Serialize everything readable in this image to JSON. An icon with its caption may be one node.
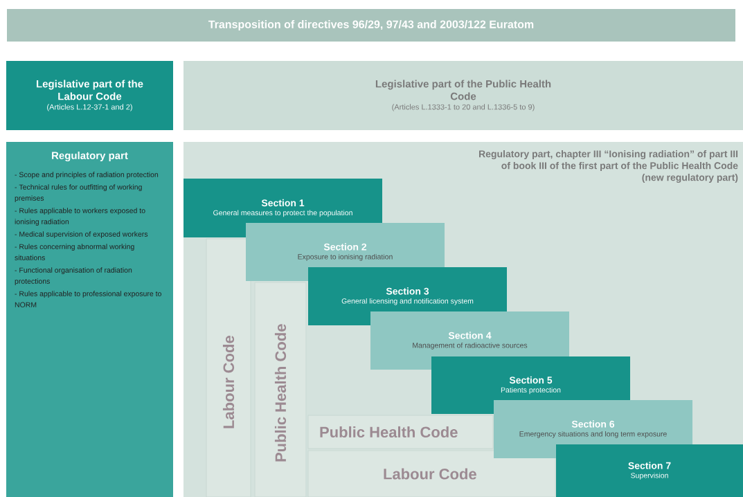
{
  "diagram": {
    "nodes": [
      {
        "text": [
          "Transposition of directives 96/29, 97/43 and 2003/122 Euratom"
        ]
      },
      {
        "text": [
          "Legislative part of the Labour Code",
          "(Articles L.12-37-1 and 2)"
        ]
      },
      {
        "text": [
          "Legislative part of the Public Health Code",
          "(Articles L.1333-1 to 20 and L.1336-5 to 9)"
        ]
      },
      {
        "text": [
          "Regulatory part",
          "- Scope and principles of radiation protection",
          "- Technical rules for outfitting of working premises",
          "- Rules applicable to workers exposed to ionising radiation",
          "- Medical supervision of exposed workers",
          "- Rules concerning abnormal working situations",
          "- Functional organisation of radiation protections",
          "- Rules applicable to professional exposure to NORM"
        ]
      },
      {
        "text": [
          "Regulatory part, chapter III “Ionising radiation” of part III of book III of the first part of the Public Health Code (new regulatory part)"
        ]
      },
      {
        "text": [
          "Labour Code"
        ],
        "in": 4
      },
      {
        "text": [
          "Public Health Code"
        ],
        "in": 4
      },
      {
        "text": [
          "Public Health Code"
        ],
        "in": 4
      },
      {
        "text": [
          "Labour Code"
        ],
        "in": 4
      },
      {
        "text": [
          "Section 1",
          "General measures to protect the population"
        ],
        "in": 4
      },
      {
        "text": [
          "Section 2",
          "Exposure to ionising radiation"
        ],
        "in": 4
      },
      {
        "text": [
          "Section 3",
          "General licensing and notification system"
        ],
        "in": 4
      },
      {
        "text": [
          "Section 4",
          "Management of radioactive sources"
        ],
        "in": 4
      },
      {
        "text": [
          "Section 5",
          "Patients protection"
        ],
        "in": 4
      },
      {
        "text": [
          "Section 6",
          "Emergency situations and long term exposure"
        ],
        "in": 4
      },
      {
        "text": [
          "Section 7",
          "Supervision"
        ],
        "in": 4
      }
    ]
  }
}
